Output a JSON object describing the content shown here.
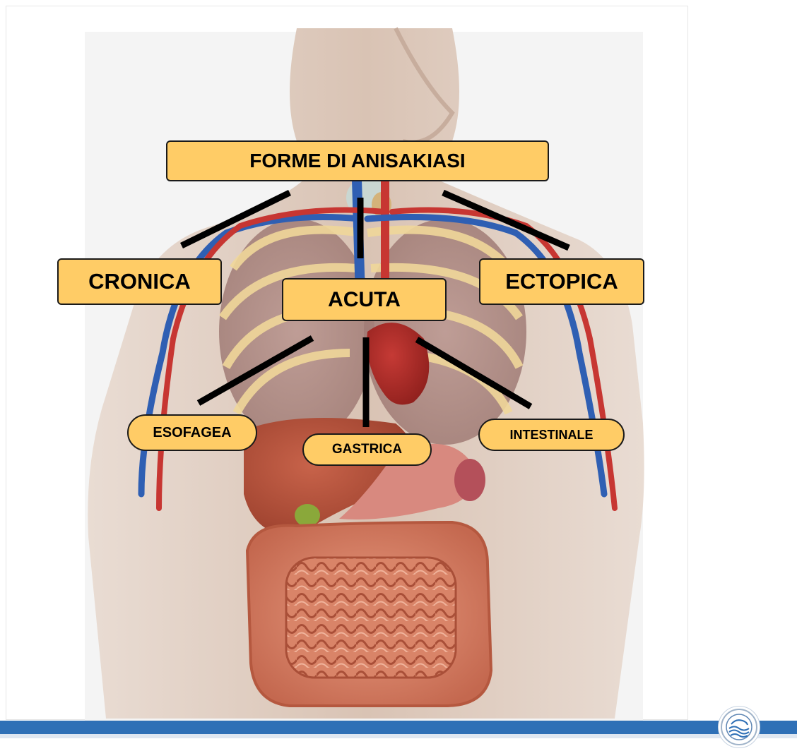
{
  "diagram": {
    "title": "FORME DI ANISAKIASI",
    "types": {
      "cronica": "CRONICA",
      "acuta": "ACUTA",
      "ectopica": "ECTOPICA"
    },
    "acute_subtypes": {
      "esofagea": "ESOFAGEA",
      "gastrica": "GASTRICA",
      "intestinale": "INTESTINALE"
    }
  },
  "colors": {
    "label_fill": "#ffcc66",
    "label_border": "#1a1a1a",
    "connector": "#000000",
    "bottom_bar": "#2f70b6"
  },
  "icons": {
    "footer_logo": "organization-seal-icon"
  }
}
